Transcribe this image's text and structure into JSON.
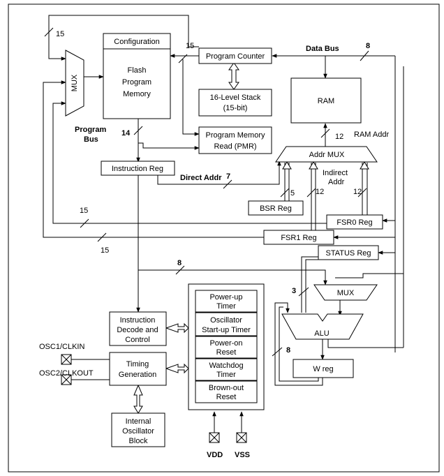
{
  "blocks": {
    "configuration": "Configuration",
    "flash": [
      "Flash",
      "Program",
      "Memory"
    ],
    "mux_left": "MUX",
    "program_counter": "Program Counter",
    "stack": [
      "16-Level Stack",
      "(15-bit)"
    ],
    "pmr": [
      "Program Memory",
      "Read (PMR)"
    ],
    "instruction_reg": "Instruction Reg",
    "ram": "RAM",
    "addr_mux": "Addr MUX",
    "bsr": "BSR Reg",
    "fsr0": "FSR0 Reg",
    "fsr1": "FSR1 Reg",
    "status": "STATUS Reg",
    "mux_alu": "MUX",
    "alu": "ALU",
    "wreg": "W reg",
    "decode": [
      "Instruction",
      "Decode and",
      "Control"
    ],
    "timing": [
      "Timing",
      "Generation"
    ],
    "internal_osc": [
      "Internal",
      "Oscillator",
      "Block"
    ],
    "power_up_timer": [
      "Power-up",
      "Timer"
    ],
    "osc_startup_timer": [
      "Oscillator",
      "Start-up Timer"
    ],
    "power_on_reset": [
      "Power-on",
      "Reset"
    ],
    "watchdog_timer": [
      "Watchdog",
      "Timer"
    ],
    "brown_out_reset": [
      "Brown-out",
      "Reset"
    ]
  },
  "labels": {
    "data_bus": "Data Bus",
    "program_bus": [
      "Program",
      "Bus"
    ],
    "ram_addr": "RAM Addr",
    "direct_addr": "Direct Addr",
    "indirect_addr": [
      "Indirect",
      "Addr"
    ],
    "osc1": "OSC1/CLKIN",
    "osc2": "OSC2/CLKOUT",
    "vdd": "VDD",
    "vss": "VSS"
  },
  "bus_widths": {
    "pc_feedback_top": "15",
    "pc_to_flash": "15",
    "data_bus": "8",
    "program_bus": "14",
    "ram_addr": "12",
    "direct_addr": "7",
    "bsr": "5",
    "indirect": "12",
    "fsr0_path": "12",
    "fsr0_return": "15",
    "fsr1_return": "15",
    "ireg_to_alu": "8",
    "status_to_alu": "3",
    "w_feedback": "8"
  }
}
